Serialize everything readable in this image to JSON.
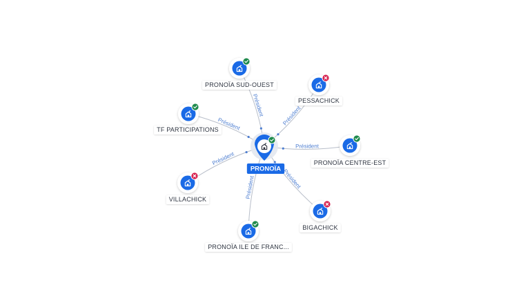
{
  "center": {
    "label": "PRONOÏA",
    "status": "active",
    "icon": "building-icon"
  },
  "colors": {
    "primary": "#1a6ae6",
    "active": "#1f8a4c",
    "inactive": "#d6204e",
    "edge": "#b8bec9",
    "edge_label": "#4f7fd1",
    "label_text": "#2e3440"
  },
  "nodes": [
    {
      "id": "sud-ouest",
      "label": "PRONOÏA SUD-OUEST",
      "status": "active",
      "relation": "Président",
      "icon": "building-icon"
    },
    {
      "id": "pessachick",
      "label": "PESSACHICK",
      "status": "inactive",
      "relation": "Président",
      "icon": "building-icon"
    },
    {
      "id": "centre-est",
      "label": "PRONOÏA CENTRE-EST",
      "status": "active",
      "relation": "Président",
      "icon": "building-icon"
    },
    {
      "id": "bigachick",
      "label": "BIGACHICK",
      "status": "inactive",
      "relation": "Président",
      "icon": "building-icon"
    },
    {
      "id": "ile-france",
      "label": "PRONOÏA ILE DE FRANC...",
      "status": "active",
      "relation": "Président",
      "icon": "building-icon"
    },
    {
      "id": "villachick",
      "label": "VILLACHICK",
      "status": "inactive",
      "relation": "Président",
      "icon": "building-icon"
    },
    {
      "id": "tf-part",
      "label": "TF PARTICIPATIONS",
      "status": "active",
      "relation": "Président",
      "icon": "building-icon"
    }
  ]
}
